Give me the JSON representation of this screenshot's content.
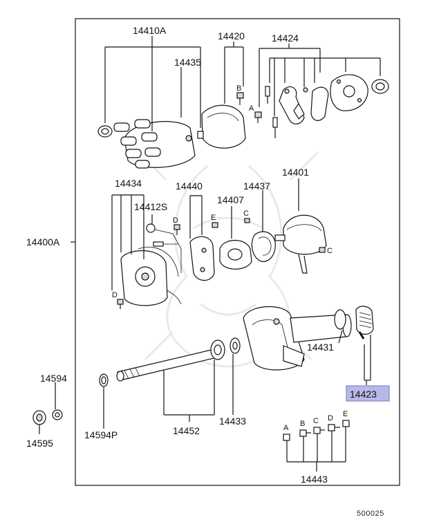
{
  "diagram": {
    "assembly_label": "14400A",
    "drawing_code": "500025",
    "highlight_color": "#b8b8e8",
    "highlighted_part": "14423",
    "labels": {
      "p14410A": "14410A",
      "p14435": "14435",
      "p14420": "14420",
      "p14424": "14424",
      "p14401": "14401",
      "p14434": "14434",
      "p14412S": "14412S",
      "p14440": "14440",
      "p14437": "14437",
      "p14407": "14407",
      "p14431": "14431",
      "p14423": "14423",
      "p14594": "14594",
      "p14595": "14595",
      "p14594P": "14594P",
      "p14452": "14452",
      "p14433": "14433",
      "p14443": "14443"
    },
    "letters": {
      "b_top": "B",
      "a_top": "A",
      "c_vac": "C",
      "c_14437": "C",
      "e_14407": "E",
      "d_14440": "D",
      "d_base": "D",
      "a_bot": "A",
      "b_bot": "B",
      "c_bot": "C",
      "d_bot": "D",
      "e_bot": "E"
    }
  }
}
